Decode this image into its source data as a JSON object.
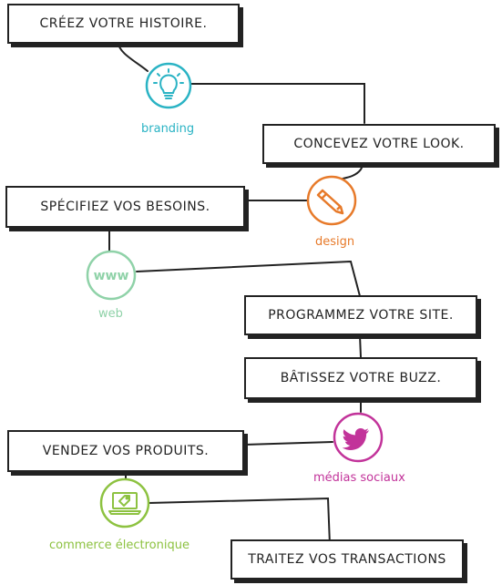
{
  "steps": {
    "s1": "Créez votre histoire.",
    "s2": "Concevez votre look.",
    "s3": "Spécifiez vos besoins.",
    "s4": "Programmez votre site.",
    "s5": "Bâtissez votre buzz.",
    "s6": "Vendez vos produits.",
    "s7": "Traitez vos transactions"
  },
  "nodes": {
    "branding": {
      "label": "branding",
      "icon": "lightbulb-icon",
      "color": "#2ab3c4"
    },
    "design": {
      "label": "design",
      "icon": "pencil-icon",
      "color": "#e77a2a"
    },
    "web": {
      "label": "web",
      "icon": "www-icon",
      "icon_text": "www",
      "color": "#8fd2a8"
    },
    "social": {
      "label": "médias sociaux",
      "icon": "twitter-bird-icon",
      "color": "#c2339a"
    },
    "ecommerce": {
      "label": "commerce électronique",
      "icon": "laptop-tag-icon",
      "color": "#8dc241"
    }
  },
  "colors": {
    "ink": "#222222"
  }
}
